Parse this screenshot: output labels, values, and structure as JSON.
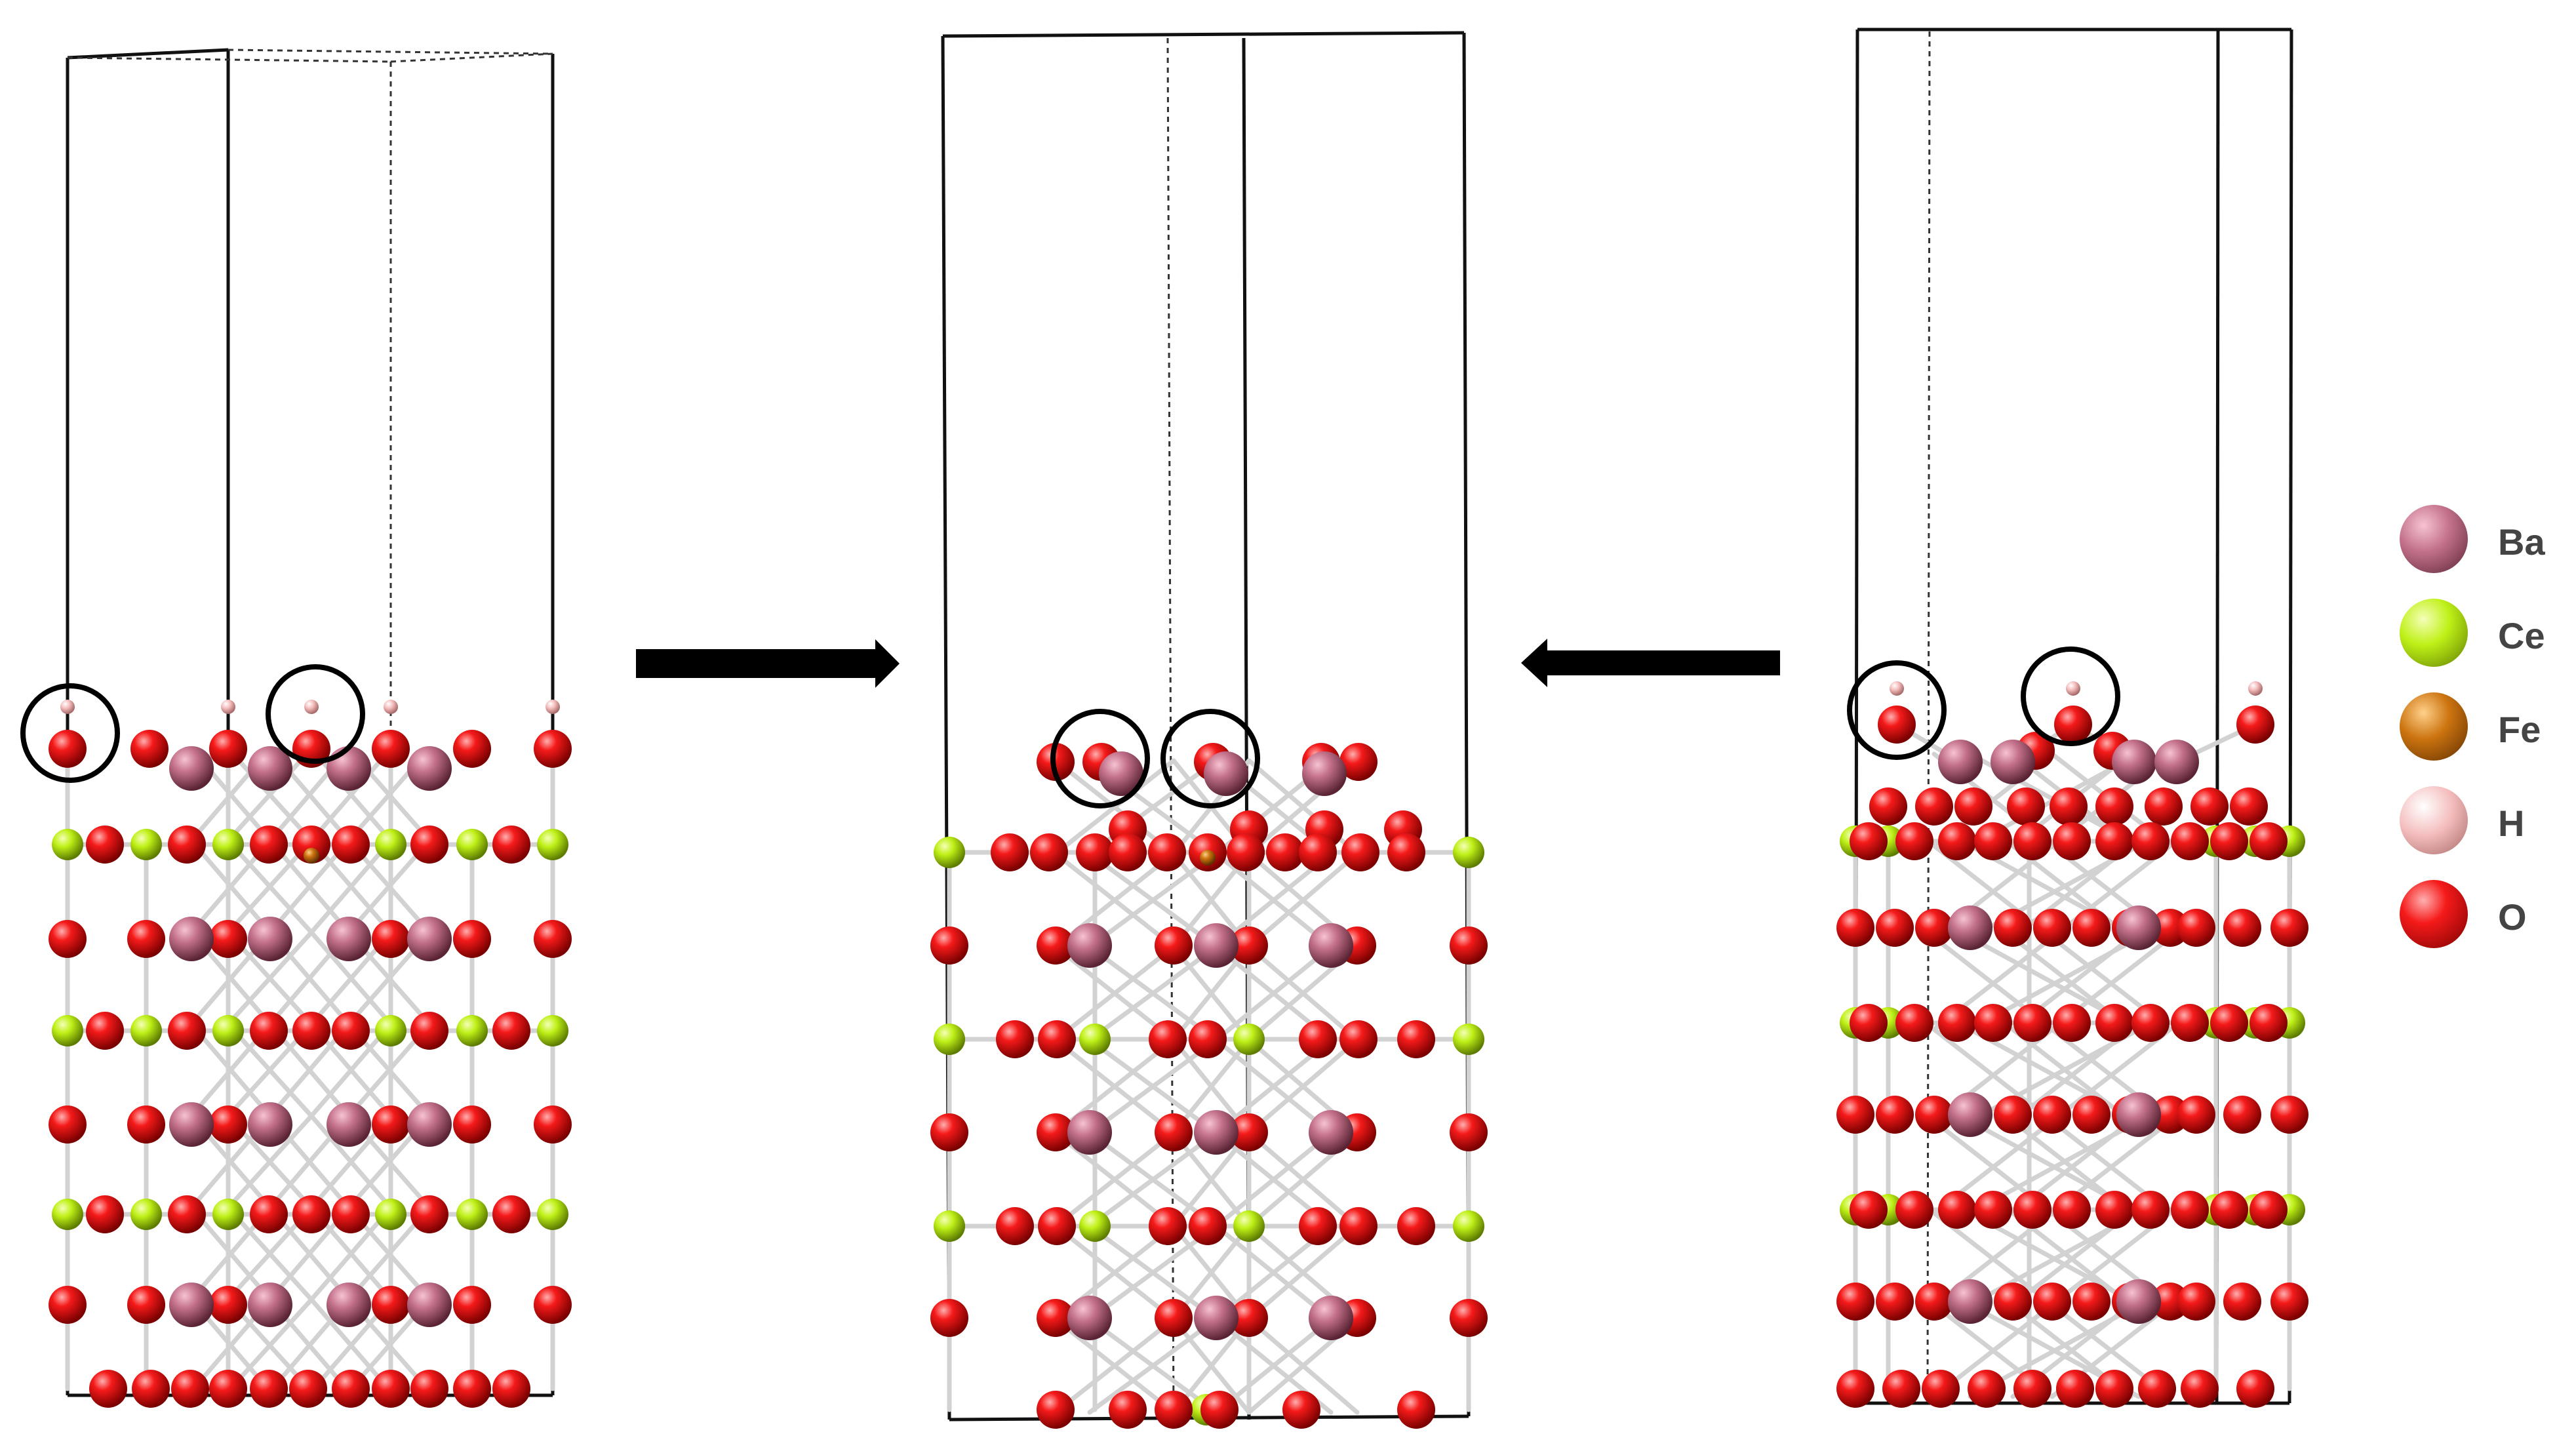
{
  "legend": [
    {
      "symbol": "Ba",
      "color": "#b5647c"
    },
    {
      "symbol": "Ce",
      "color": "#b6ee12"
    },
    {
      "symbol": "Fe",
      "color": "#c96e10"
    },
    {
      "symbol": "H",
      "color": "#f2b4b4"
    },
    {
      "symbol": "O",
      "color": "#e80a0a"
    }
  ],
  "arrows": [
    {
      "direction": "right"
    },
    {
      "direction": "left"
    }
  ],
  "panels": [
    {
      "name": "left-structure",
      "circled_sites": 2
    },
    {
      "name": "middle-structure",
      "circled_sites": 2
    },
    {
      "name": "right-structure",
      "circled_sites": 2
    }
  ]
}
